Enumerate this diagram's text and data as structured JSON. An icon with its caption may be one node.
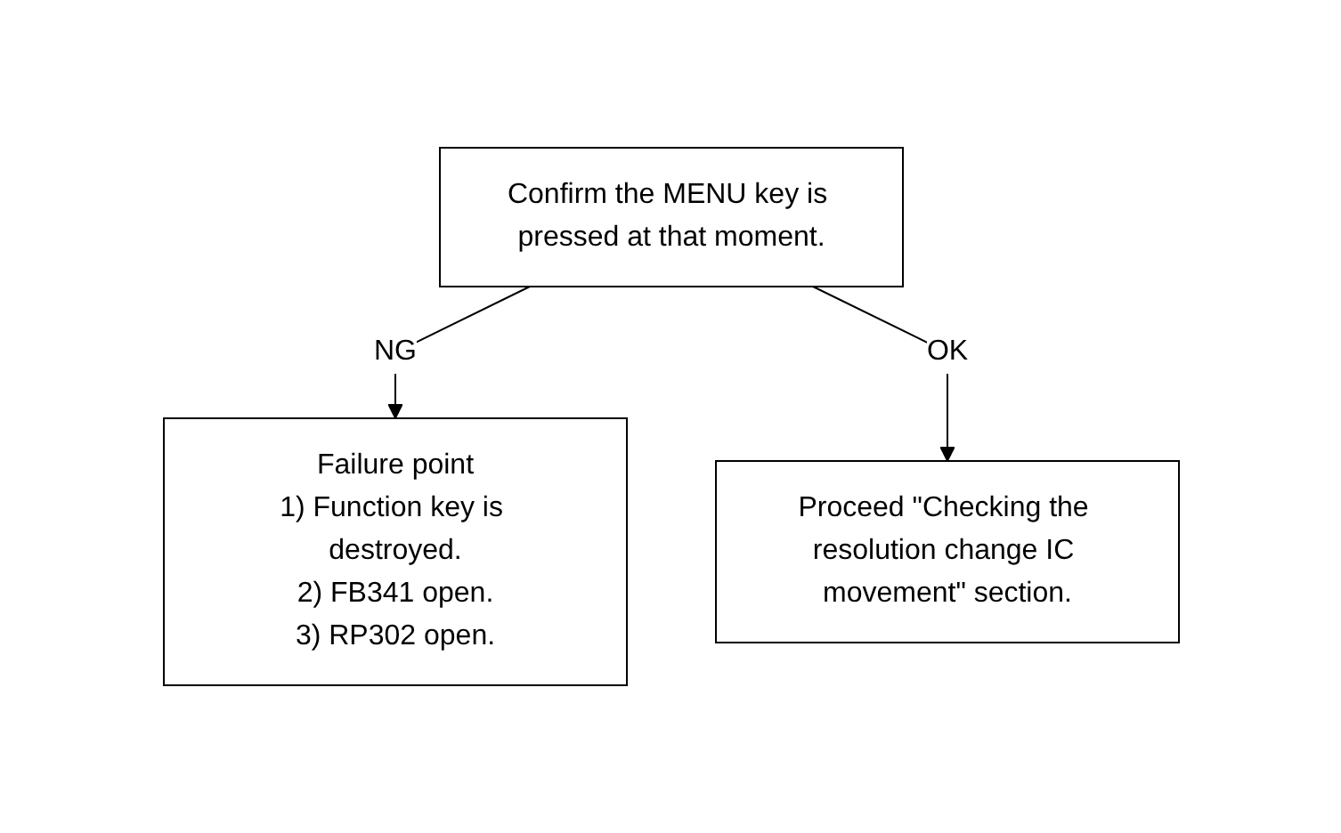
{
  "diagram": {
    "nodes": [
      {
        "text": [
          "Confirm the MENU key is pressed at that moment."
        ]
      },
      {
        "text": [
          "Failure point",
          "1) Function key is destroyed.",
          "2) FB341 open.",
          "3) RP302 open."
        ]
      },
      {
        "text": [
          "Proceed \"Checking the resolution change IC movement\" section."
        ]
      }
    ],
    "edges": [
      {
        "from": 0,
        "to": 1,
        "arrow": "to",
        "label": "NG"
      },
      {
        "from": 0,
        "to": 2,
        "arrow": "to",
        "label": "OK"
      }
    ]
  }
}
